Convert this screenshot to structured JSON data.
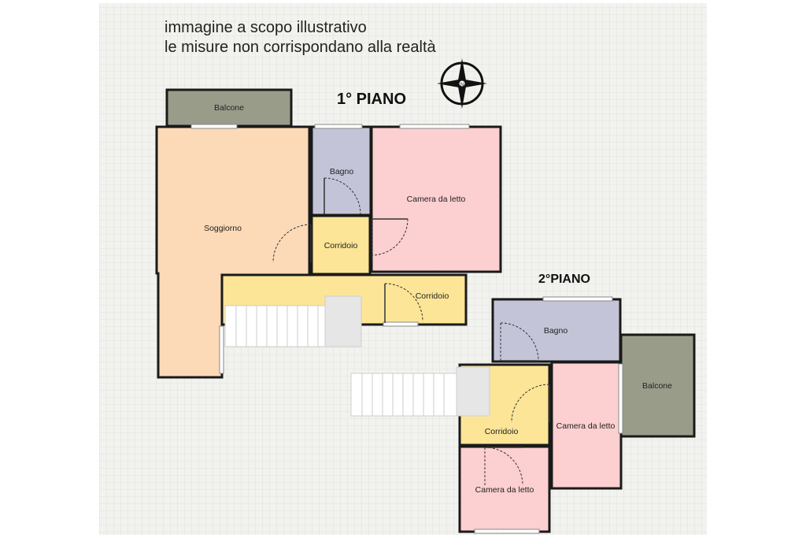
{
  "note": {
    "line1": "immagine a scopo illustrativo",
    "line2": "le misure non corrispondano alla realtà"
  },
  "compass_letter": "N",
  "floor1": {
    "title": "1° PIANO",
    "rooms": {
      "balcone": "Balcone",
      "soggiorno": "Soggiorno",
      "bagno": "Bagno",
      "camera": "Camera da letto",
      "corridoio_small": "Corridoio",
      "corridoio_long": "Corridoio"
    }
  },
  "floor2": {
    "title": "2°PIANO",
    "rooms": {
      "bagno": "Bagno",
      "balcone": "Balcone",
      "corridoio": "Corridoio",
      "camera_right": "Camera da letto",
      "camera_bottom": "Camera da letto"
    }
  },
  "colors": {
    "living": "#fcd9b7",
    "bathroom": "#c4c4d8",
    "bedroom": "#fccfd0",
    "corridor": "#fce597",
    "balcony": "#9a9c8a",
    "wall": "#1a1a1a",
    "grid_bg": "#f1f1ee",
    "grid_line": "#d9dbd6"
  }
}
